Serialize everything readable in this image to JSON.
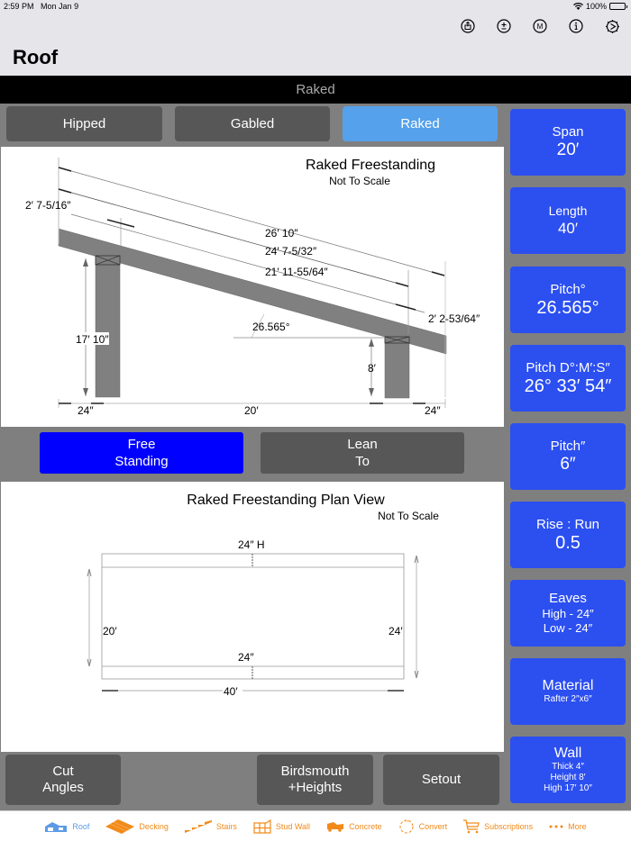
{
  "status_bar": {
    "time": "2:59 PM",
    "date": "Mon Jan 9",
    "battery": "100%"
  },
  "nav_icons": [
    "share-icon",
    "plus-minus-icon",
    "metric-icon",
    "info-icon",
    "settings-play-icon"
  ],
  "page_title": "Roof",
  "segment_title": "Raked",
  "roof_types": [
    {
      "label": "Hipped",
      "active": false
    },
    {
      "label": "Gabled",
      "active": false
    },
    {
      "label": "Raked",
      "active": true
    }
  ],
  "elevation": {
    "title": "Raked Freestanding",
    "subtitle": "Not To Scale",
    "dim_rafter_total": "26′ 10″",
    "dim_rafter_mid": "24′ 7-5/32″",
    "dim_rafter_inner": "21′ 11-55/64″",
    "dim_left_overhang": "2′ 7-5/16″",
    "dim_right_overhang": "2′ 2-53/64″",
    "angle": "26.565°",
    "high_wall": "17′ 10″",
    "low_wall": "8′",
    "left_eave": "24″",
    "span": "20′",
    "right_eave": "24″"
  },
  "modes": [
    {
      "label": "Free\nStanding",
      "active": true
    },
    {
      "label": "Lean\nTo",
      "active": false
    }
  ],
  "plan": {
    "title": "Raked Freestanding Plan View",
    "subtitle": "Not To Scale",
    "top_eave": "24″ H",
    "bottom_eave": "24″",
    "left_dim": "20′",
    "right_dim": "24′",
    "length": "40′"
  },
  "side_buttons": {
    "span": {
      "label": "Span",
      "value": "20′"
    },
    "length": {
      "label": "Length",
      "value": "40′"
    },
    "pitch_deg": {
      "label": "Pitch°",
      "value": "26.565°"
    },
    "pitch_dms": {
      "label": "Pitch D°:M′:S″",
      "value": "26° 33′ 54″"
    },
    "pitch_in": {
      "label": "Pitch″",
      "value": "6″"
    },
    "rise_run": {
      "label": "Rise : Run",
      "value": "0.5"
    },
    "eaves": {
      "label": "Eaves",
      "high": "High - 24″",
      "low": "Low - 24″"
    },
    "material": {
      "label": "Material",
      "value": "Rafter 2″x6″"
    },
    "wall": {
      "label": "Wall",
      "thick": "Thick 4″",
      "height": "Height 8′",
      "high": "High 17′ 10″"
    }
  },
  "bottom_buttons": [
    "Cut\nAngles",
    "Birdsmouth\n+Heights",
    "Setout"
  ],
  "tabs": [
    {
      "label": "Roof",
      "icon": "house-icon",
      "active": true
    },
    {
      "label": "Decking",
      "icon": "decking-icon",
      "active": false
    },
    {
      "label": "Stairs",
      "icon": "stairs-icon",
      "active": false
    },
    {
      "label": "Stud Wall",
      "icon": "stud-wall-icon",
      "active": false
    },
    {
      "label": "Concrete",
      "icon": "concrete-mixer-icon",
      "active": false
    },
    {
      "label": "Convert",
      "icon": "convert-icon",
      "active": false
    },
    {
      "label": "Subscriptions",
      "icon": "cart-icon",
      "active": false
    },
    {
      "label": "More",
      "icon": "more-icon",
      "active": false
    }
  ],
  "colors": {
    "side_button": "#2c4ff0",
    "free_standing_active": "#0000ff",
    "roof_type_active": "#55a1eb",
    "dark_button": "#575757",
    "tab_active": "#5b9be6",
    "tab_inactive": "#f28a1a"
  }
}
